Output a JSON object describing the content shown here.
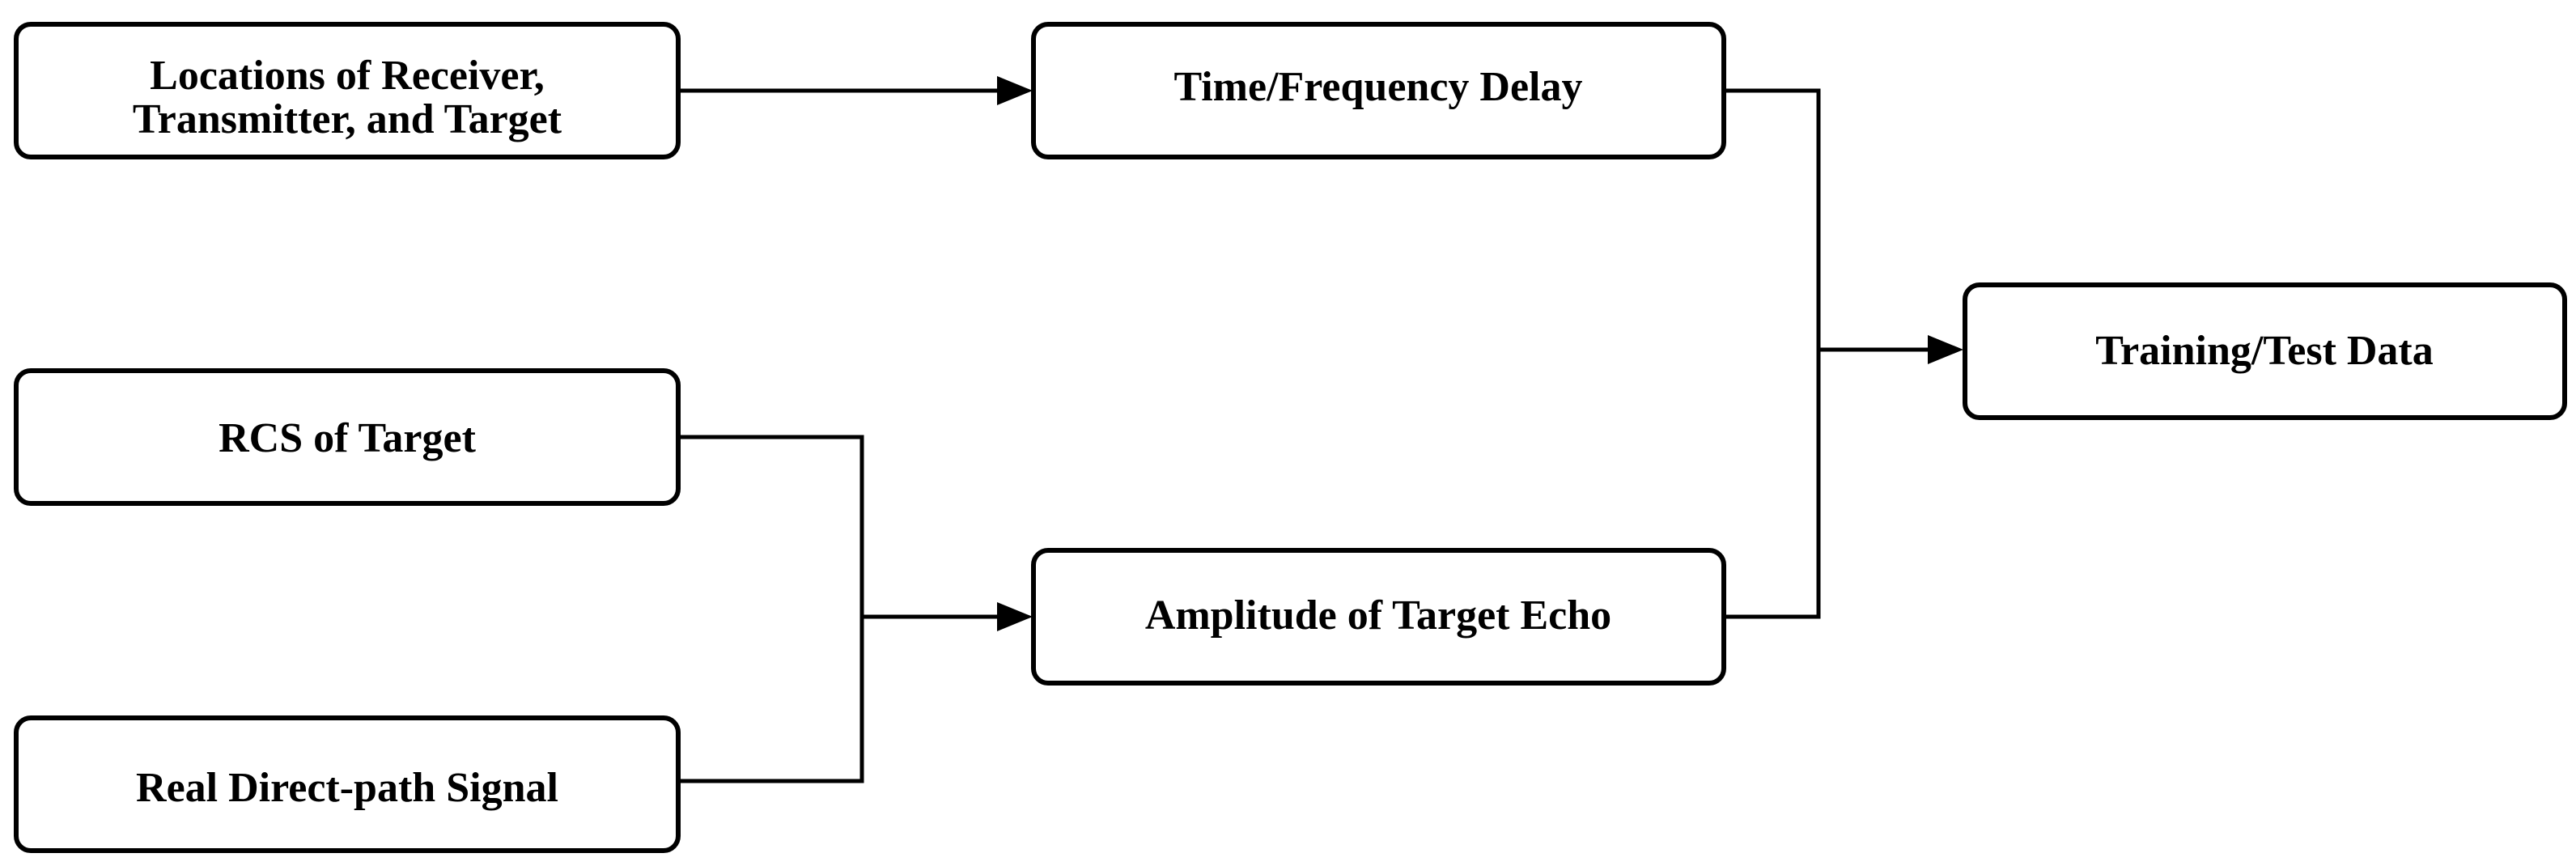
{
  "nodes": {
    "locations": {
      "line1": "Locations of Receiver,",
      "line2": "Transmitter, and Target"
    },
    "rcs": {
      "label": "RCS of Target"
    },
    "direct_path": {
      "label": "Real Direct-path Signal"
    },
    "delay": {
      "label": "Time/Frequency Delay"
    },
    "amplitude": {
      "label": "Amplitude of Target Echo"
    },
    "output": {
      "label": "Training/Test Data"
    }
  },
  "edges": [
    {
      "from": "locations",
      "to": "delay"
    },
    {
      "from": "rcs",
      "to": "amplitude"
    },
    {
      "from": "direct_path",
      "to": "amplitude"
    },
    {
      "from": "delay",
      "to": "output"
    },
    {
      "from": "amplitude",
      "to": "output"
    }
  ],
  "colors": {
    "stroke": "#000000",
    "background": "#ffffff"
  }
}
